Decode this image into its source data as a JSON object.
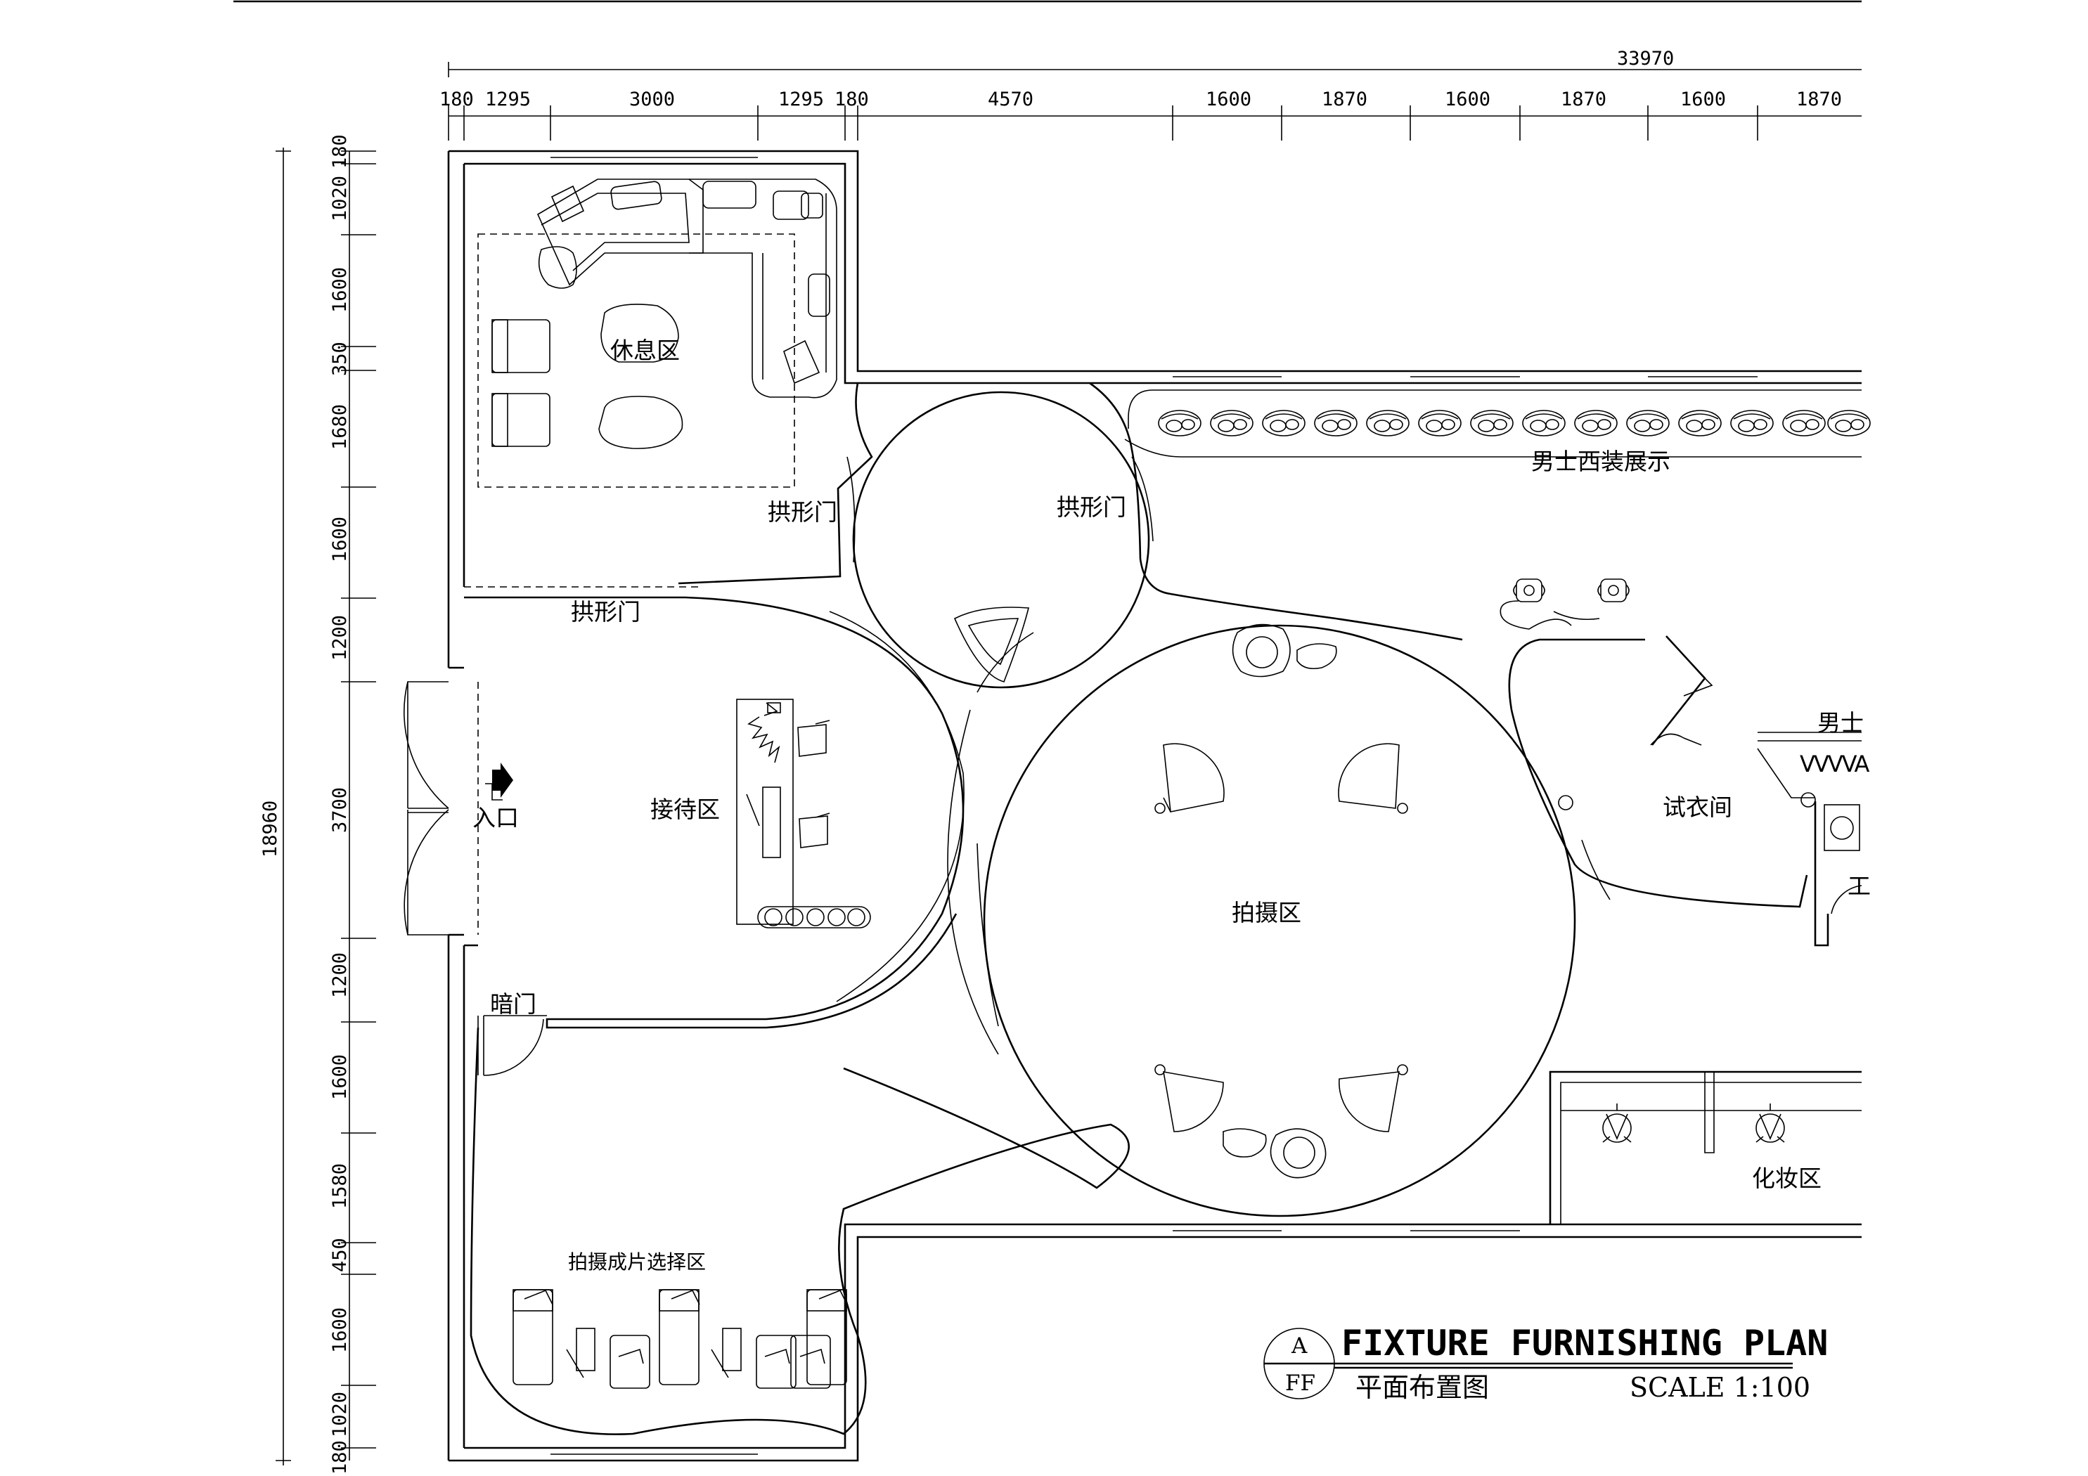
{
  "dimensions": {
    "top_total": "33970",
    "top": [
      "180",
      "1295",
      "3000",
      "1295",
      "180",
      "4570",
      "1600",
      "1870",
      "1600",
      "1870",
      "1600",
      "1870"
    ],
    "left_total": "18960",
    "left": [
      "180",
      "1020",
      "1600",
      "350",
      "1680",
      "1600",
      "1200",
      "3700",
      "1200",
      "1600",
      "1580",
      "450",
      "1600",
      "1020",
      "180"
    ]
  },
  "rooms": {
    "lounge": "休息区",
    "arch_door_1": "拱形门",
    "arch_door_2": "拱形门",
    "arch_door_3": "拱形门",
    "suit_display": "男士西装展示",
    "reception": "接待区",
    "entrance": "入口",
    "shooting": "拍摄区",
    "fitting": "试衣间",
    "mens_partial": "男士",
    "work_partial": "工",
    "hidden_door": "暗门",
    "makeup": "化妆区",
    "photo_select": "拍摄成片选择区",
    "display_rail": "VVVVA"
  },
  "title_block": {
    "bubble_top": "A",
    "bubble_bottom": "FF",
    "title_en": "FIXTURE FURNISHING PLAN",
    "title_cn": "平面布置图",
    "scale": "SCALE 1:100"
  }
}
